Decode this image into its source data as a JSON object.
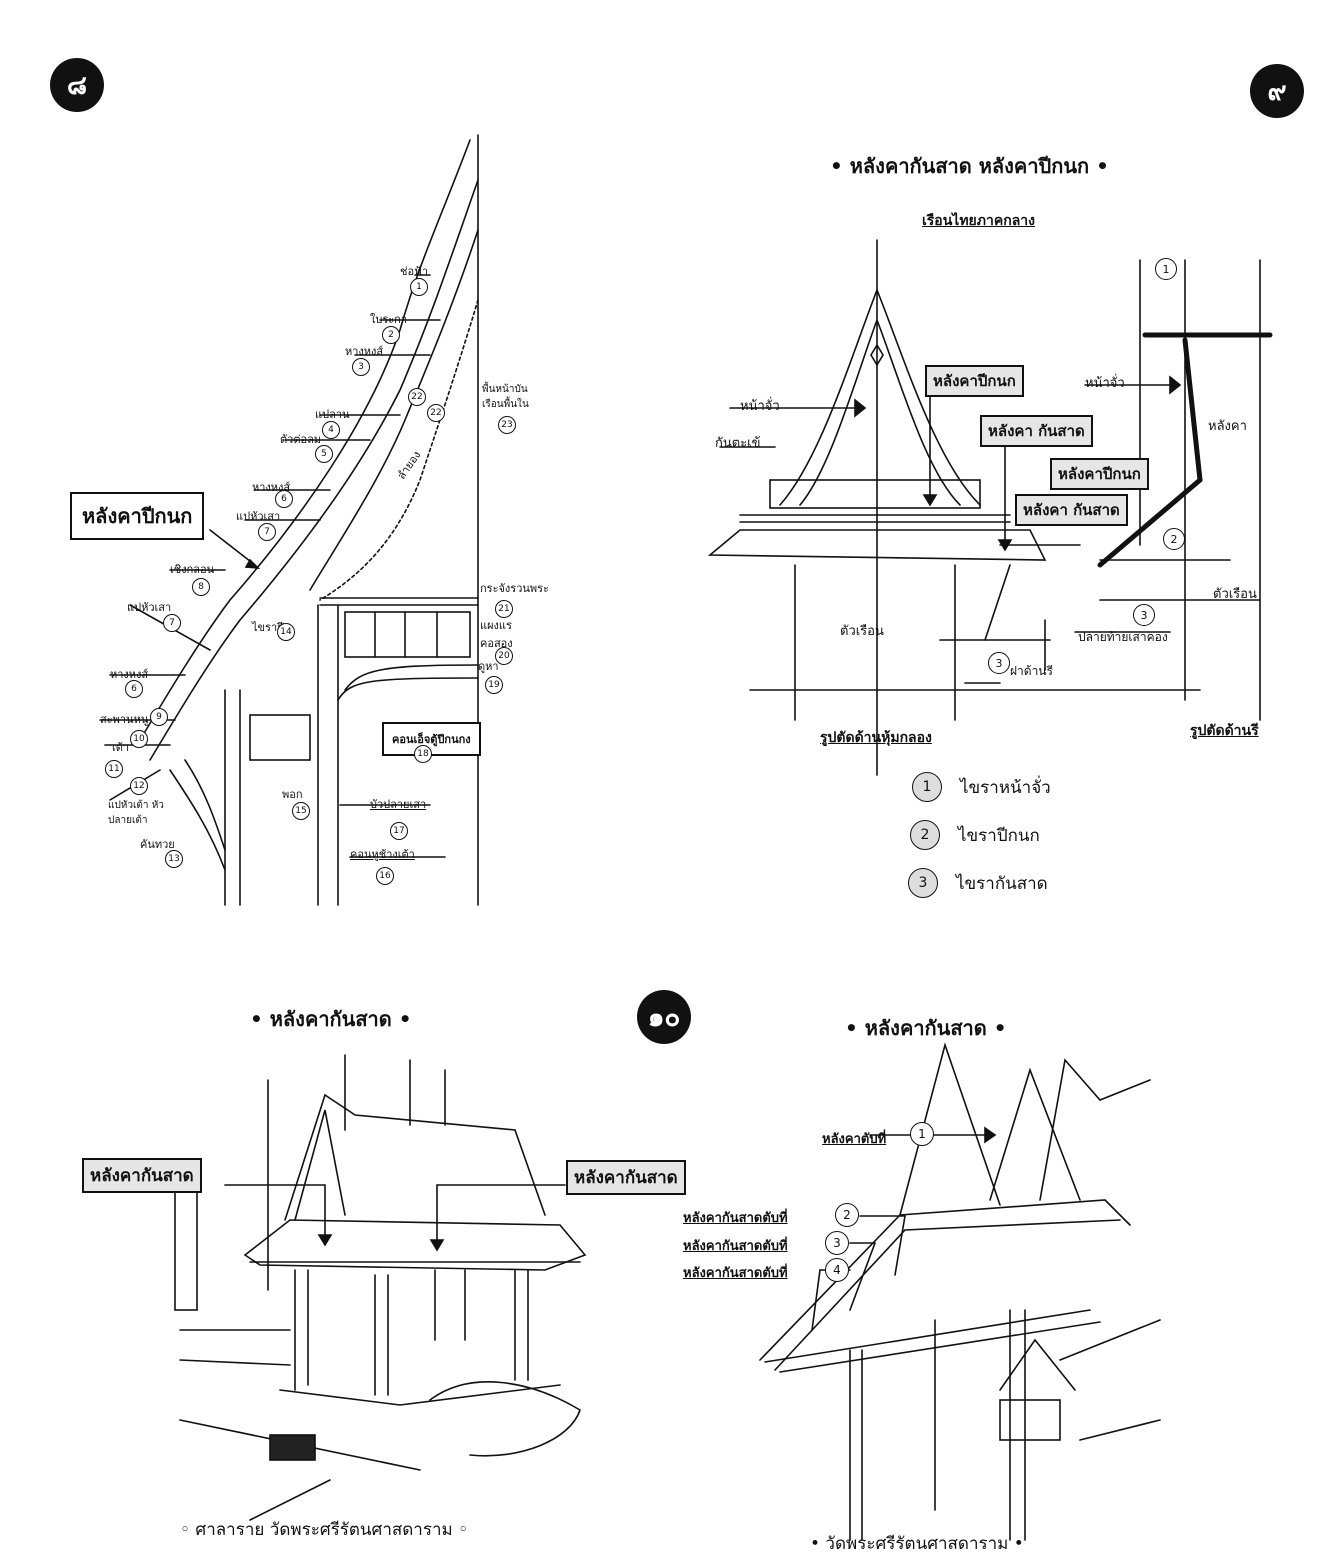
{
  "badges": {
    "p8": "๘",
    "p9": "๙",
    "p10": "๑๐"
  },
  "fig8": {
    "main_label": "หลังคาปีกนก",
    "box18": "คอนเอ็จตู้ปีกนกง",
    "labels": [
      {
        "n": "1",
        "t": "ช่อฟ้า"
      },
      {
        "n": "2",
        "t": "ใบระกา"
      },
      {
        "n": "3",
        "t": "หางหงส์"
      },
      {
        "n": "4",
        "t": "แปลาน"
      },
      {
        "n": "5",
        "t": "ตัวต่อลม"
      },
      {
        "n": "6",
        "t": "หางหงส์"
      },
      {
        "n": "7",
        "t": "แปหัวเสา"
      },
      {
        "n": "8",
        "t": "เชิงกลอน"
      },
      {
        "n": "9",
        "t": "แปหัวเสา"
      },
      {
        "n": "10",
        "t": "สะพานหนู"
      },
      {
        "n": "11",
        "t": "เต้า"
      },
      {
        "n": "12",
        "t": "แปหัวเต้า หัวปลายเต้า"
      },
      {
        "n": "13",
        "t": "คันทวย"
      },
      {
        "n": "14",
        "t": "ไขราปี"
      },
      {
        "n": "15",
        "t": "พอก"
      },
      {
        "n": "16",
        "t": "คอนหูช้างเต้า"
      },
      {
        "n": "17",
        "t": "บัวปลายเสา"
      },
      {
        "n": "19",
        "t": "ดูหา"
      },
      {
        "n": "20",
        "t": "แผงแร คอสอง"
      },
      {
        "n": "21",
        "t": "กระจังรวนพระ"
      },
      {
        "n": "22",
        "t": "ลำยอง"
      },
      {
        "n": "23",
        "t": "พื้นหน้าบัน เรือนพื้นใน"
      }
    ]
  },
  "fig9": {
    "title": "• หลังคากันสาด หลังคาปีกนก •",
    "subtitle": "เรือนไทยภาคกลาง",
    "box_pg1": "หลังคาปีกนก",
    "box_ks1": "หลังคา กันสาด",
    "box_pg2": "หลังคาปีกนก",
    "box_ks2": "หลังคา กันสาด",
    "lbl_nachua_l": "หน้าจั่ว",
    "lbl_nachua_r": "หน้าจั่ว",
    "lbl_kan": "กันตะเข้",
    "lbl_roof": "หลังคา",
    "lbl_tua": "ตัวเรือน",
    "lbl_tua2": "ตัวเรือน",
    "lbl_plai": "ปลายท้ายเสาคอง",
    "lbl_dakan": "ฝาด้านรี",
    "sec_left": "รูปตัดด้านหุ้มกลอง",
    "sec_right": "รูปตัดด้านรี",
    "legend": [
      {
        "n": "1",
        "t": "ไขราหน้าจั่ว"
      },
      {
        "n": "2",
        "t": "ไขราปีกนก"
      },
      {
        "n": "3",
        "t": "ไขรากันสาด"
      }
    ]
  },
  "fig10a": {
    "title": "• หลังคากันสาด •",
    "box_l": "หลังคากันสาด",
    "box_r": "หลังคากันสาด",
    "caption": "◦ ศาลาราย วัดพระศรีรัตนศาสดาราม ◦"
  },
  "fig10b": {
    "title": "• หลังคากันสาด •",
    "l1": "หลังคาตับที่",
    "l2": "หลังคากันสาดตับที่",
    "l3": "หลังคากันสาดตับที่",
    "l4": "หลังคากันสาดตับที่",
    "n1": "1",
    "n2": "2",
    "n3": "3",
    "n4": "4",
    "caption": "• วัดพระศรีรัตนศาสดาราม •"
  }
}
